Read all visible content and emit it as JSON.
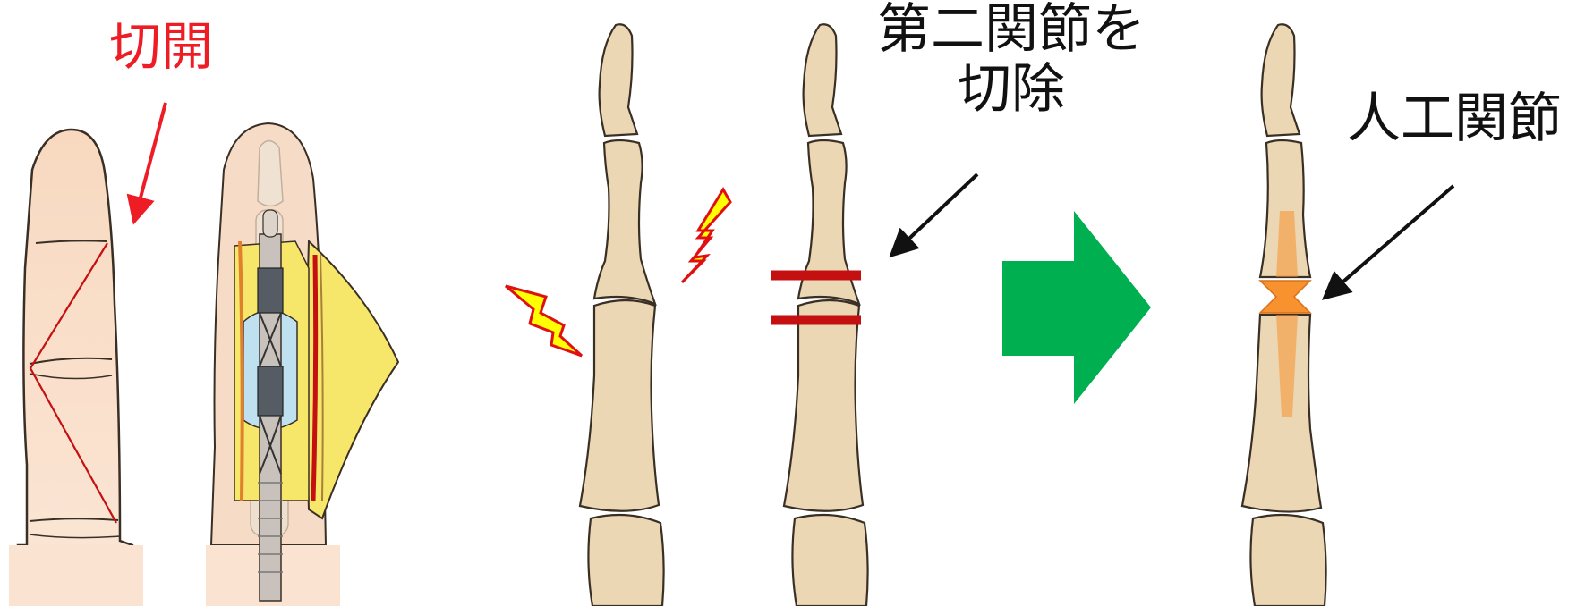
{
  "labels": {
    "incision": "切開",
    "remove": "第二関節を\n切除",
    "remove_line1": "第二関節を",
    "remove_line2": "切除",
    "artificial_joint": "人工関節"
  },
  "colors": {
    "skin": "#f8d9c0",
    "bone": "#ecd7b4",
    "bone_outline": "#3a2f25",
    "incision_red": "#ee1c25",
    "cut_line": "#c41010",
    "arrow_green": "#00b050",
    "implant_orange": "#f7922e",
    "pain_bolt_fill": "#ffff00",
    "pain_bolt_stroke": "#e01010",
    "fat_yellow": "#f6e66a",
    "tendon_blue": "#bfe0ef"
  },
  "icons": [
    "lightning-bolt-icon",
    "right-arrow-icon",
    "pointer-arrow-icon"
  ]
}
